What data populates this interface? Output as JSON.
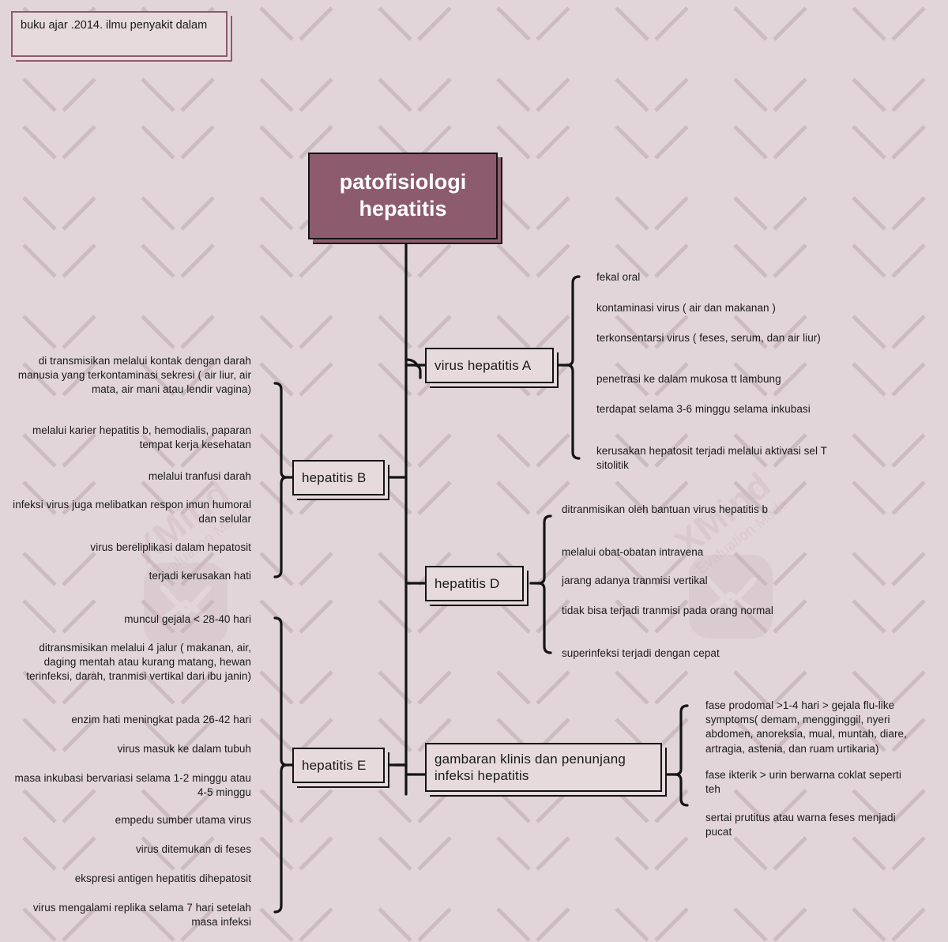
{
  "note": {
    "text": "buku ajar .2014. ilmu penyakit dalam"
  },
  "root": {
    "label": "patofisiologi hepatitis"
  },
  "colors": {
    "background": "#e2d5d9",
    "root_fill": "#8d5b6e",
    "node_fill": "#e6dadd",
    "node_border": "#141414",
    "note_border": "#8d5b6e",
    "text": "#1a1a1a"
  },
  "watermark": {
    "brand": "XMind",
    "mode": "Evaluation Mode",
    "icon": "xmind-logo-icon"
  },
  "branches": [
    {
      "id": "virus-hepatitis-a",
      "label": "virus hepatitis A",
      "side": "right",
      "children": [
        "fekal oral",
        "kontaminasi virus ( air dan makanan )",
        "terkonsentarsi virus ( feses, serum, dan air liur)",
        "penetrasi ke dalam mukosa tt lambung",
        "terdapat selama 3-6 minggu selama inkubasi",
        "kerusakan hepatosit terjadi melalui aktivasi sel T sitolitik"
      ]
    },
    {
      "id": "hepatitis-b",
      "label": "hepatitis B",
      "side": "left",
      "children": [
        "di transmisikan melalui kontak dengan darah manusia yang terkontaminasi sekresi ( air liur, air mata, air mani atau lendir vagina)",
        "melalui karier hepatitis b, hemodialis, paparan tempat kerja kesehatan",
        "melalui tranfusi darah",
        "infeksi virus juga melibatkan respon imun humoral dan selular",
        "virus bereliplikasi dalam hepatosit",
        "terjadi kerusakan hati"
      ]
    },
    {
      "id": "hepatitis-d",
      "label": "hepatitis D",
      "side": "right",
      "children": [
        "ditranmisikan oleh bantuan virus hepatitis b",
        "melalui obat-obatan intravena",
        "jarang adanya tranmisi vertikal",
        "tidak bisa terjadi tranmisi pada orang normal",
        "superinfeksi terjadi dengan cepat"
      ]
    },
    {
      "id": "hepatitis-e",
      "label": "hepatitis E",
      "side": "left",
      "children": [
        "muncul gejala < 28-40 hari",
        "ditransmisikan melalui 4 jalur ( makanan, air, daging mentah atau kurang matang, hewan terinfeksi, darah, tranmisi vertikal dari ibu janin)",
        "enzim hati meningkat pada 26-42 hari",
        "virus masuk ke dalam tubuh",
        "masa inkubasi bervariasi selama 1-2 minggu atau 4-5 minggu",
        "empedu sumber utama virus",
        "virus ditemukan di feses",
        "ekspresi antigen hepatitis dihepatosit",
        "virus mengalami replika selama 7 hari setelah masa infeksi"
      ]
    },
    {
      "id": "gambaran-klinis",
      "label": "gambaran klinis  dan penunjang infeksi hepatitis",
      "side": "right",
      "children": [
        "fase prodomal >1-4 hari > gejala flu-like symptoms( demam, mengginggil, nyeri abdomen, anoreksia, mual, muntah, diare, artragia, astenia, dan ruam urtikaria)",
        "fase ikterik > urin berwarna coklat seperti teh",
        "sertai prutitus atau warna feses menjadi pucat"
      ]
    }
  ]
}
